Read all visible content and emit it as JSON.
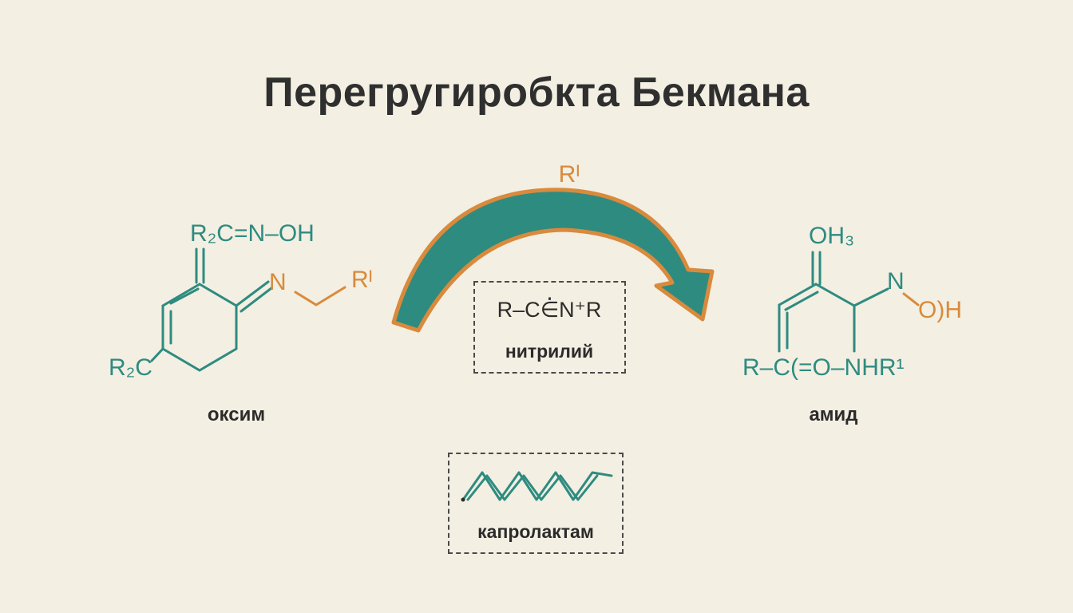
{
  "title": "Перегругиробкта Бекмана",
  "oxime": {
    "formula_top": "R₂C=N–OH",
    "n_label": "N",
    "r_label": "Rᴵ",
    "r2c_label": "R₂C",
    "caption": "оксим"
  },
  "arrow": {
    "label": "Rᴵ"
  },
  "nitrilium": {
    "formula": "R–C⋵N⁺R",
    "caption": "нитрилий"
  },
  "amide": {
    "oh3": "OH₃",
    "n_label": "N",
    "oh_label": "O)H",
    "formula": "R–C(=O–NHR¹",
    "caption": "амид"
  },
  "caprolactam": {
    "caption": "капролактам"
  },
  "colors": {
    "background": "#f3efe2",
    "teal": "#2e8b80",
    "orange": "#d98a3c",
    "text": "#2f2f2f"
  }
}
